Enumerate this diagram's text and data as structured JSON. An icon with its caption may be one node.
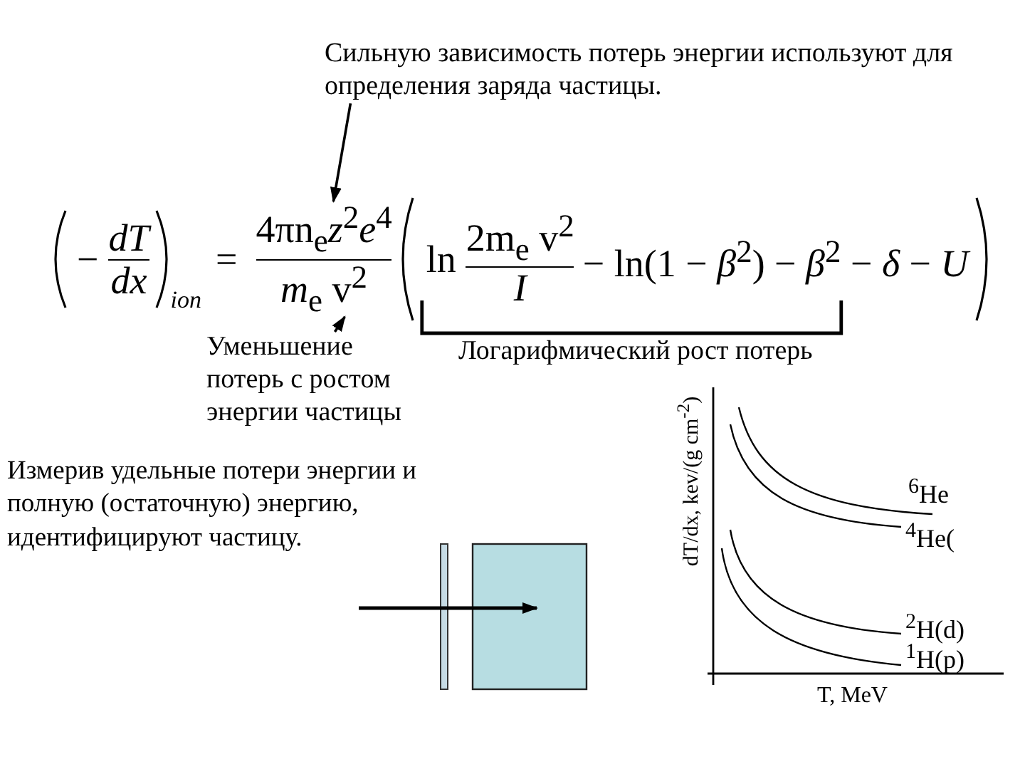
{
  "diagram": {
    "nodes": [
      {
        "text": [
          "Сильную зависимость потерь энергии используют для определения заряда частицы."
        ]
      },
      {
        "text": [
          "4πn$_{e}$*z*$^{2}$*e*$^{4}$"
        ]
      },
      {
        "text": [
          "*m*$_{e}$ v$^{2}$"
        ]
      },
      {
        "text": [
          "Уменьшение потерь с ростом энергии частицы"
        ]
      }
    ],
    "edges": [
      {
        "from": 0,
        "to": 1,
        "arrow": "to"
      },
      {
        "from": 3,
        "to": 2,
        "arrow": "to"
      }
    ],
    "labels": [
      "−",
      "dT",
      "dx",
      "ion",
      "=",
      "ln",
      "2m$_{e}$ v$^{2}$",
      "I",
      "− ln(1 − *β*$^{2}$) − *β*$^{2}$ − *δ* − *U*",
      "Логарифмический рост потерь",
      "Измерив удельные потери энергии и полную (остаточную) энергию, идентифицируют частицу.",
      "dT/dx, kev/(g cm$^{-2}$)",
      "$^{6}$He",
      "$^{4}$He(",
      "$^{2}$H(d)",
      "$^{1}$H(p)",
      "T, MeV"
    ]
  }
}
